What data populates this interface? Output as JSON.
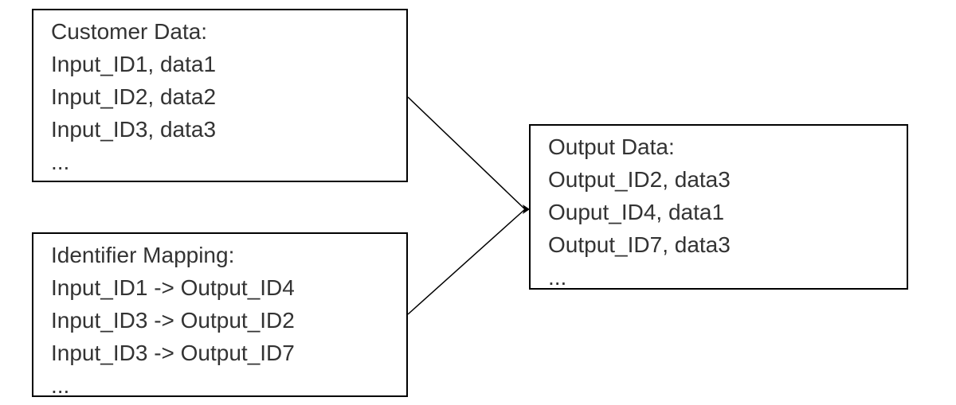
{
  "diagram": {
    "customer_data": {
      "lines": [
        "Customer Data:",
        "Input_ID1, data1",
        "Input_ID2, data2",
        "Input_ID3, data3",
        "..."
      ]
    },
    "identifier_mapping": {
      "lines": [
        "Identifier Mapping:",
        "Input_ID1 -> Output_ID4",
        "Input_ID3 -> Output_ID2",
        "Input_ID3 -> Output_ID7",
        "..."
      ]
    },
    "output_data": {
      "lines": [
        "Output Data:",
        "Output_ID2, data3",
        "Ouput_ID4, data1",
        "Output_ID7, data3",
        "..."
      ]
    },
    "colors": {
      "border": "#000000",
      "text": "#333333",
      "background": "#ffffff"
    }
  }
}
